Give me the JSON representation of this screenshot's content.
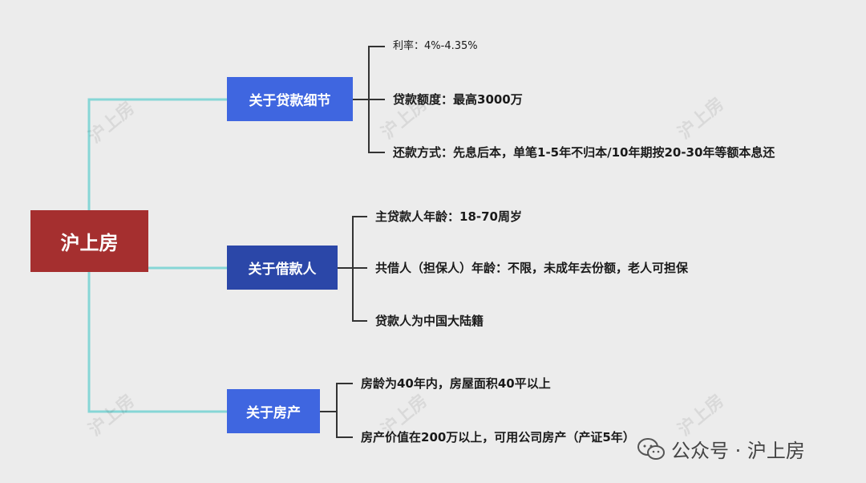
{
  "colors": {
    "background": "#ececec",
    "root": "#a52f2f",
    "branch_light": "#3f66e0",
    "branch_dark": "#2b47a8",
    "connector_root": "#86d6d6",
    "connector_leaf": "#333333"
  },
  "root": {
    "label": "沪上房"
  },
  "branches": [
    {
      "label": "关于贷款细节",
      "leaves": [
        "利率：4%-4.35%",
        "贷款额度：最高3000万",
        "还款方式：先息后本，单笔1-5年不归本/10年期按20-30年等额本息还"
      ]
    },
    {
      "label": "关于借款人",
      "leaves": [
        "主贷款人年龄：18-70周岁",
        "共借人（担保人）年龄：不限，未成年去份额，老人可担保",
        "贷款人为中国大陆籍"
      ]
    },
    {
      "label": "关于房产",
      "leaves": [
        "房龄为40年内，房屋面积40平以上",
        "房产价值在200万以上，可用公司房产（产证5年）"
      ]
    }
  ],
  "watermark": "沪上房",
  "footer": {
    "icon": "wechat-icon",
    "text": "公众号 · 沪上房"
  }
}
